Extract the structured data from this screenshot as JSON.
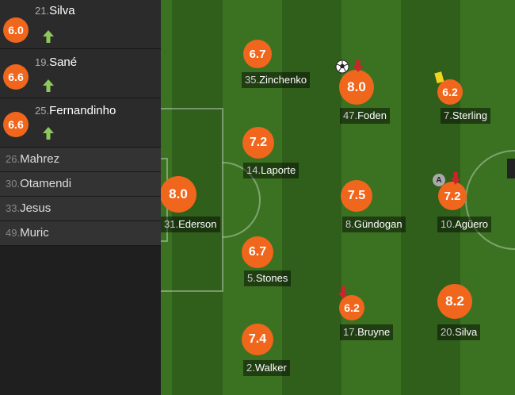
{
  "substitutes": [
    {
      "rating": "6.0",
      "num": "21.",
      "name": "Silva",
      "status": "subbed-in",
      "icon": "arrow-up-icon"
    },
    {
      "rating": "6.6",
      "num": "19.",
      "name": "Sané",
      "status": "subbed-in",
      "icon": "arrow-up-icon"
    },
    {
      "rating": "6.6",
      "num": "25.",
      "name": "Fernandinho",
      "status": "subbed-in",
      "icon": "arrow-up-icon"
    }
  ],
  "bench": [
    {
      "num": "26.",
      "name": "Mahrez"
    },
    {
      "num": "30.",
      "name": "Otamendi"
    },
    {
      "num": "33.",
      "name": "Jesus"
    },
    {
      "num": "49.",
      "name": "Muric"
    }
  ],
  "lineup": [
    {
      "rating": "6.7",
      "num": "35.",
      "name": "Zinchenko"
    },
    {
      "rating": "8.0",
      "num": "47.",
      "name": "Foden",
      "events": [
        "goal-icon",
        "sub-out-arrow-icon"
      ]
    },
    {
      "rating": "6.2",
      "num": "7.",
      "name": "Sterling",
      "events": [
        "yellow-card-icon"
      ]
    },
    {
      "rating": "7.2",
      "num": "14.",
      "name": "Laporte"
    },
    {
      "rating": "8.0",
      "num": "31.",
      "name": "Ederson"
    },
    {
      "rating": "7.5",
      "num": "8.",
      "name": "Gündogan"
    },
    {
      "rating": "7.2",
      "num": "10.",
      "name": "Agüero",
      "events": [
        "assist-icon",
        "sub-out-arrow-icon"
      ],
      "assist_letter": "A"
    },
    {
      "rating": "6.7",
      "num": "5.",
      "name": "Stones"
    },
    {
      "rating": "6.2",
      "num": "17.",
      "name": "Bruyne",
      "events": [
        "sub-out-arrow-icon"
      ]
    },
    {
      "rating": "8.2",
      "num": "20.",
      "name": "Silva"
    },
    {
      "rating": "7.4",
      "num": "2.",
      "name": "Walker"
    }
  ],
  "colors": {
    "rating_bg": "#f0661c",
    "pitch_dark": "#2f5f1b",
    "pitch_light": "#3b7222",
    "sub_arrow": "#8fc85a",
    "sub_out_arrow": "#d0222a",
    "yellow_card": "#f2d41c"
  }
}
